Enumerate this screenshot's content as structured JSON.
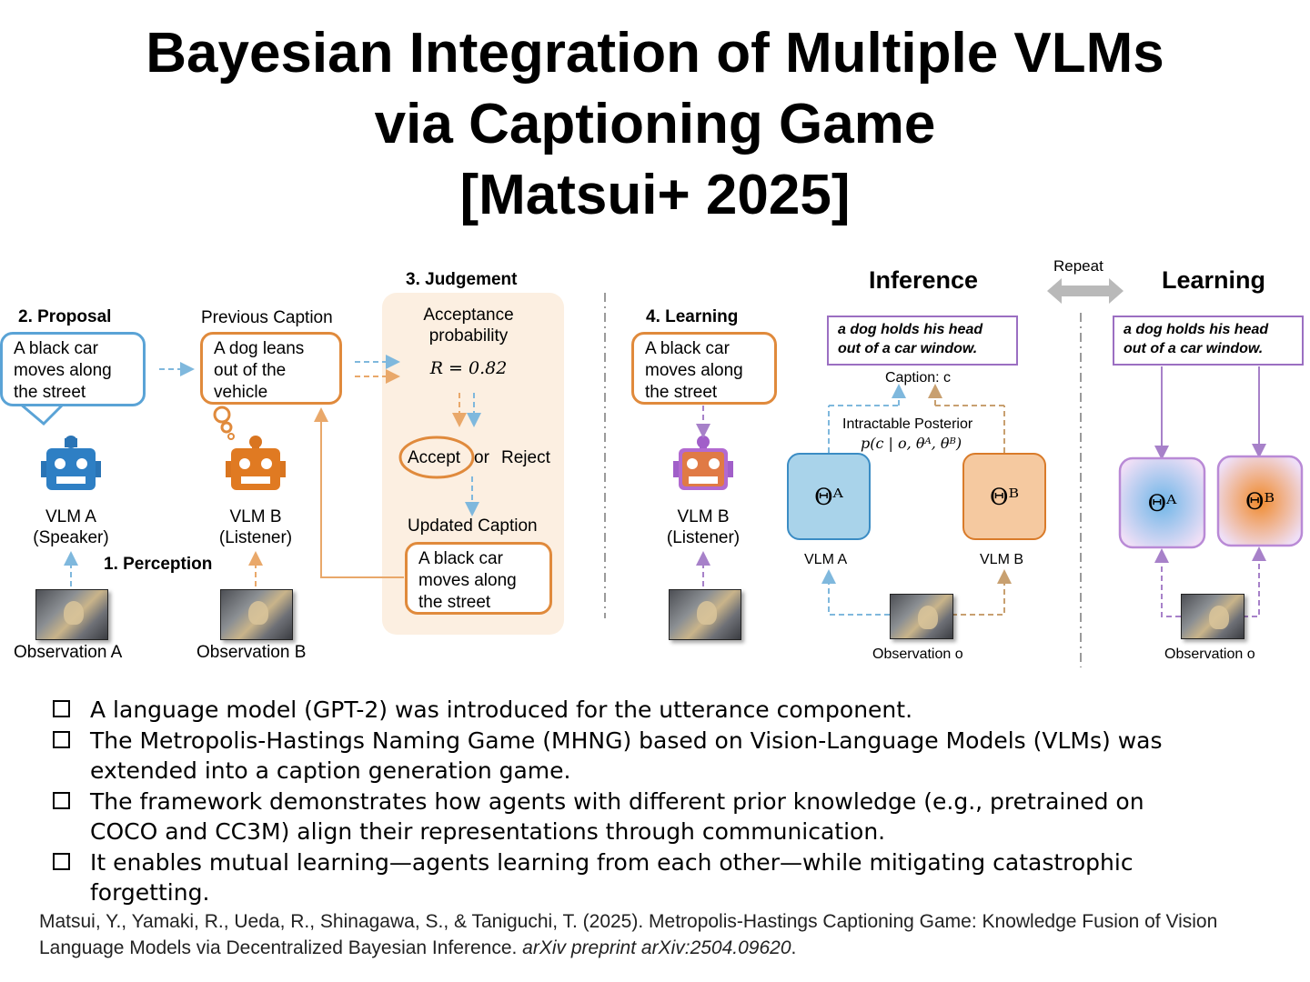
{
  "title": {
    "line1": "Bayesian Integration of Multiple VLMs",
    "line2": "via Captioning Game",
    "line3": "[Matsui+ 2025]"
  },
  "diagram": {
    "proposal_header": "2. Proposal",
    "proposal_bubble": [
      "A black car",
      "moves along",
      "the street"
    ],
    "previous_caption_label": "Previous Caption",
    "previous_caption_bubble": [
      "A dog leans",
      "out of the",
      "vehicle"
    ],
    "judgement_header": "3. Judgement",
    "acceptance_label": [
      "Acceptance",
      "probability"
    ],
    "acceptance_value": "R = 0.82",
    "accept": "Accept",
    "or": "or",
    "reject": "Reject",
    "updated_caption_label": "Updated Caption",
    "updated_caption_bubble": [
      "A black car",
      "moves along",
      "the street"
    ],
    "vlm_a_label": [
      "VLM A",
      "(Speaker)"
    ],
    "vlm_b_label": [
      "VLM B",
      "(Listener)"
    ],
    "perception_header": "1. Perception",
    "observation_a": "Observation A",
    "observation_b": "Observation B",
    "learning_header": "4. Learning",
    "learning_bubble": [
      "A black car",
      "moves along",
      "the street"
    ],
    "vlm_b_learning_label": [
      "VLM B",
      "(Listener)"
    ],
    "inference_header": "Inference",
    "learning_title": "Learning",
    "repeat_label": "Repeat",
    "caption_text": [
      "a dog holds his head",
      "out of a car window."
    ],
    "caption_c_label": "Caption: c",
    "posterior_label": "Intractable Posterior",
    "posterior_formula": "p(c | o, θᴬ, θᴮ)",
    "theta_a": "Θᴬ",
    "theta_b": "Θᴮ",
    "vlm_a_short": "VLM A",
    "vlm_b_short": "VLM B",
    "observation_o": "Observation o"
  },
  "bullets": [
    "A language model (GPT-2) was introduced for the utterance component.",
    "The Metropolis-Hastings Naming Game (MHNG) based on Vision-Language Models (VLMs) was extended into a caption generation game.",
    "The framework demonstrates how agents with different prior knowledge (e.g., pretrained on COCO and CC3M) align their representations through communication.",
    "It enables mutual learning—agents learning from each other—while mitigating catastrophic forgetting."
  ],
  "reference": {
    "text": "Matsui, Y., Yamaki, R., Ueda, R., Shinagawa, S., & Taniguchi, T. (2025). Metropolis-Hastings Captioning Game: Knowledge Fusion of Vision Language Models via Decentralized Bayesian Inference.",
    "venue": "arXiv preprint arXiv:2504.09620",
    "end": "."
  },
  "colors": {
    "blue": "#5aa3d6",
    "orange": "#e08a3c",
    "purple": "#9b6fc2",
    "panel": "#fcefe1"
  }
}
